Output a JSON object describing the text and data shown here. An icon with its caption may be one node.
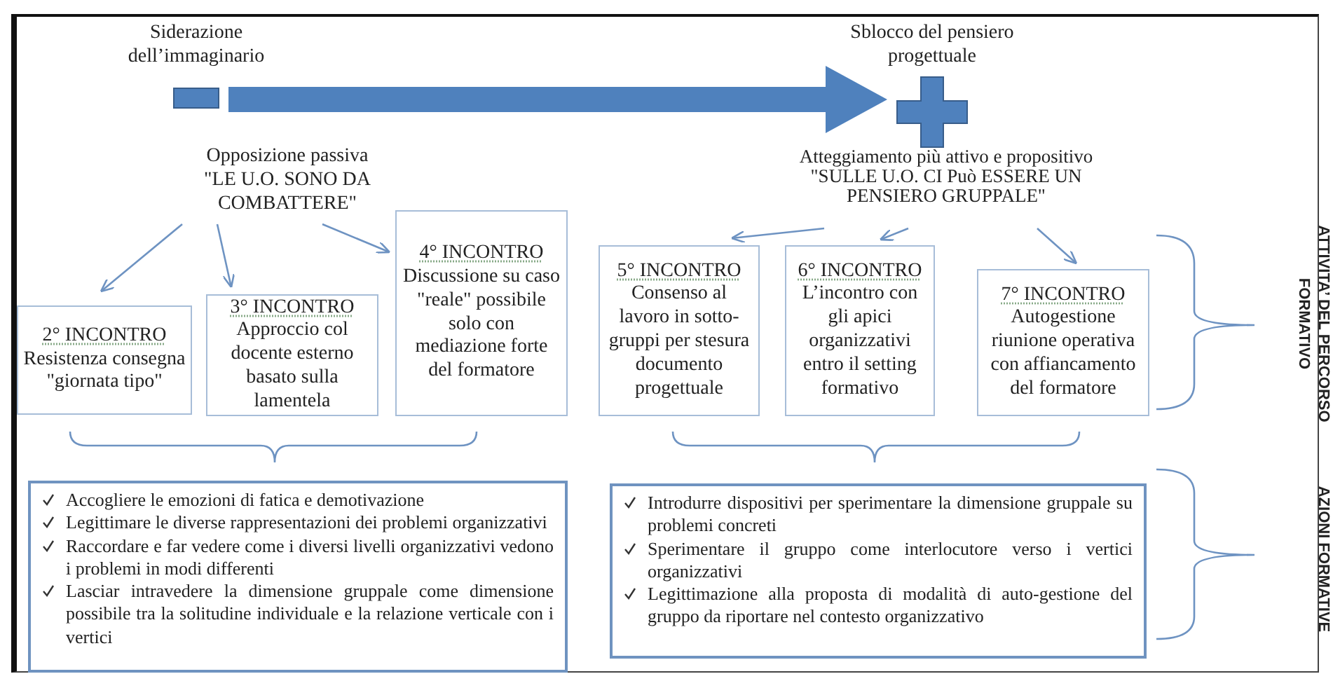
{
  "diagram": {
    "nodes": [
      {
        "text": [
          "Siderazione dell’immaginario"
        ]
      },
      {
        "text": [
          "Sblocco del pensiero progettuale"
        ]
      },
      {
        "text": [
          "Opposizione passiva",
          "\"LE U.O. SONO DA COMBATTERE\""
        ]
      },
      {
        "text": [
          "2° INCONTRO",
          "Resistenza consegna \"giornata tipo\""
        ]
      },
      {
        "text": [
          "3° INCONTRO",
          "Approccio col docente esterno basato sulla lamentela"
        ]
      },
      {
        "text": [
          "4° INCONTRO",
          "Discussione su caso \"reale\" possibile solo con mediazione forte del formatore"
        ]
      },
      {
        "text": [
          "Atteggiamento più attivo e propositivo",
          "\"SULLE U.O. CI Può ESSERE UN PENSIERO GRUPPALE\""
        ]
      },
      {
        "text": [
          "5° INCONTRO",
          "Consenso al lavoro in sotto-gruppi per stesura documento progettuale"
        ]
      },
      {
        "text": [
          "6° INCONTRO",
          "L’incontro con gli apici organizzativi entro il setting formativo"
        ]
      },
      {
        "text": [
          "7° INCONTRO",
          "Autogestione riunione operativa con affiancamento del formatore"
        ]
      },
      {
        "text": [
          "Accogliere le emozioni di fatica e demotivazione",
          "Legittimare le diverse rappresentazioni dei problemi organizzativi",
          "Raccordare e far vedere come i diversi livelli organizzativi vedono i problemi in modi differenti",
          "Lasciar intravedere la dimensione gruppale come dimensione possibile tra la solitudine individuale e la relazione verticale con i vertici"
        ]
      },
      {
        "text": [
          "Introdurre dispositivi per sperimentare la dimensione gruppale su problemi concreti",
          "Sperimentare il gruppo come interlocutore verso i vertici organizzativi",
          "Legittimazione alla proposta di modalità di auto-gestione del gruppo da riportare nel contesto organizzativo"
        ]
      }
    ],
    "edges": [
      {
        "from": 0,
        "to": 1,
        "arrow": "to",
        "style": "thick",
        "color": "#4f81bd"
      },
      {
        "from": 2,
        "to": 3,
        "arrow": "to"
      },
      {
        "from": 2,
        "to": 4,
        "arrow": "to"
      },
      {
        "from": 2,
        "to": 5,
        "arrow": "to"
      },
      {
        "from": 6,
        "to": 7,
        "arrow": "to"
      },
      {
        "from": 6,
        "to": 8,
        "arrow": "to"
      },
      {
        "from": 6,
        "to": 9,
        "arrow": "to"
      }
    ],
    "labels": [
      "ATTIVITA’ DEL PERCORSO FORMATIVO",
      "AZIONI FORMATIVE"
    ]
  }
}
